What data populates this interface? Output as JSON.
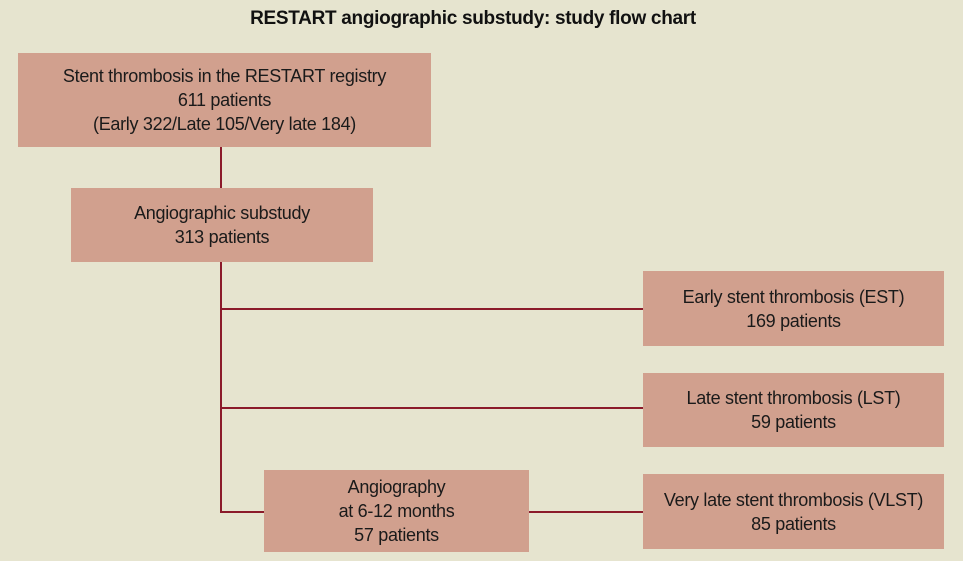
{
  "title": "RESTART angiographic substudy: study flow chart",
  "colors": {
    "background": "#e6e4cf",
    "box": "#d1a08e",
    "connector": "#8b1a2a"
  },
  "boxes": {
    "registry": [
      "Stent thrombosis in the RESTART registry",
      "611 patients",
      "(Early 322/Late 105/Very late 184)"
    ],
    "substudy": [
      "Angiographic substudy",
      "313 patients"
    ],
    "est": [
      "Early stent thrombosis (EST)",
      "169 patients"
    ],
    "lst": [
      "Late stent thrombosis (LST)",
      "59 patients"
    ],
    "vlst": [
      "Very late stent thrombosis (VLST)",
      "85 patients"
    ],
    "followup": [
      "Angiography",
      "at 6-12 months",
      "57 patients"
    ]
  }
}
